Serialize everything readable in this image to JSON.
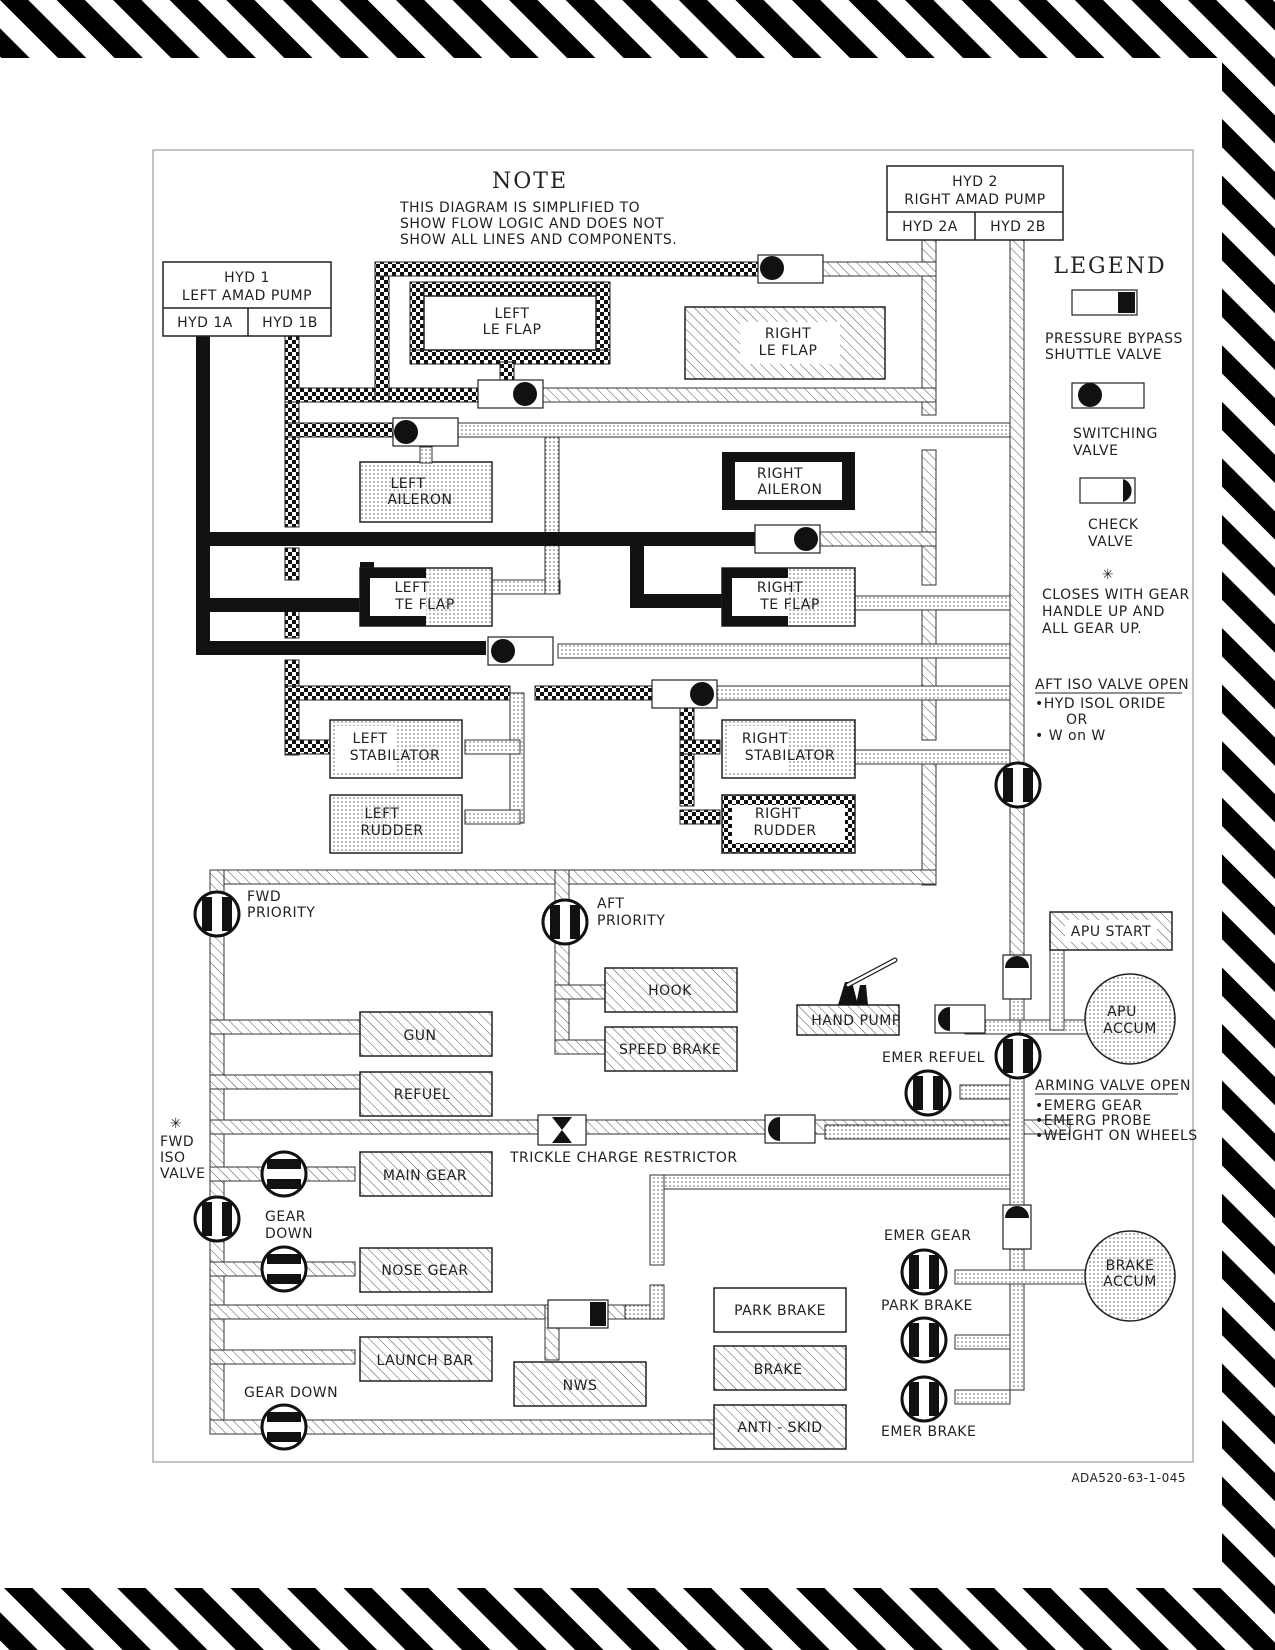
{
  "note": {
    "title": "NOTE",
    "lines": [
      "THIS DIAGRAM IS SIMPLIFIED TO",
      "SHOW FLOW LOGIC AND DOES NOT",
      "SHOW ALL LINES AND COMPONENTS."
    ]
  },
  "hyd1": {
    "title": "HYD 1",
    "subtitle": "LEFT AMAD PUMP",
    "a": "HYD 1A",
    "b": "HYD 1B"
  },
  "hyd2": {
    "title": "HYD 2",
    "subtitle": "RIGHT AMAD PUMP",
    "a": "HYD 2A",
    "b": "HYD 2B"
  },
  "legend": {
    "title": "LEGEND",
    "pbsv": [
      "PRESSURE BYPASS",
      "SHUTTLE VALVE"
    ],
    "switching": [
      "SWITCHING",
      "VALVE"
    ],
    "check": [
      "CHECK",
      "VALVE"
    ],
    "asterisk": "✳",
    "closes": [
      "CLOSES WITH GEAR",
      "HANDLE UP AND",
      "ALL GEAR UP."
    ]
  },
  "aft_iso": {
    "title": "AFT ISO VALVE OPEN",
    "items": [
      "•HYD ISOL ORIDE",
      "OR",
      "• W on W"
    ]
  },
  "arming": {
    "title": "ARMING VALVE OPEN",
    "items": [
      "•EMERG GEAR",
      "•EMERG PROBE",
      "•WEIGHT ON WHEELS"
    ]
  },
  "components": {
    "left_le_flap": [
      "LEFT",
      "LE FLAP"
    ],
    "right_le_flap": [
      "RIGHT",
      "LE FLAP"
    ],
    "left_aileron": [
      "LEFT",
      "AILERON"
    ],
    "right_aileron": [
      "RIGHT",
      "AILERON"
    ],
    "left_te_flap": [
      "LEFT",
      "TE FLAP"
    ],
    "right_te_flap": [
      "RIGHT",
      "TE FLAP"
    ],
    "left_stabilator": [
      "LEFT",
      "STABILATOR"
    ],
    "right_stabilator": [
      "RIGHT",
      "STABILATOR"
    ],
    "left_rudder": [
      "LEFT",
      "RUDDER"
    ],
    "right_rudder": [
      "RIGHT",
      "RUDDER"
    ],
    "hook": "HOOK",
    "speed_brake": "SPEED BRAKE",
    "gun": "GUN",
    "refuel": "REFUEL",
    "main_gear": "MAIN GEAR",
    "nose_gear": "NOSE GEAR",
    "launch_bar": "LAUNCH BAR",
    "nws": "NWS",
    "park_brake_box": "PARK BRAKE",
    "brake": "BRAKE",
    "anti_skid": "ANTI - SKID",
    "hand_pump": "HAND PUMP",
    "apu_start": "APU START",
    "apu_accum": [
      "APU",
      "ACCUM"
    ],
    "brake_accum": [
      "BRAKE",
      "ACCUM"
    ]
  },
  "valves": {
    "fwd_priority": [
      "FWD",
      "PRIORITY"
    ],
    "aft_priority": [
      "AFT",
      "PRIORITY"
    ],
    "fwd_iso": [
      "FWD",
      "ISO",
      "VALVE"
    ],
    "gear_down_1": [
      "GEAR",
      "DOWN"
    ],
    "gear_down_2": "GEAR DOWN",
    "emer_refuel": "EMER REFUEL",
    "emer_gear": "EMER GEAR",
    "park_brake": "PARK BRAKE",
    "emer_brake": "EMER BRAKE",
    "trickle": "TRICKLE CHARGE RESTRICTOR"
  },
  "figure_id": "ADA520-63-1-045",
  "colors": {
    "ink": "#111111",
    "line": "#222222",
    "paper": "#ffffff"
  }
}
